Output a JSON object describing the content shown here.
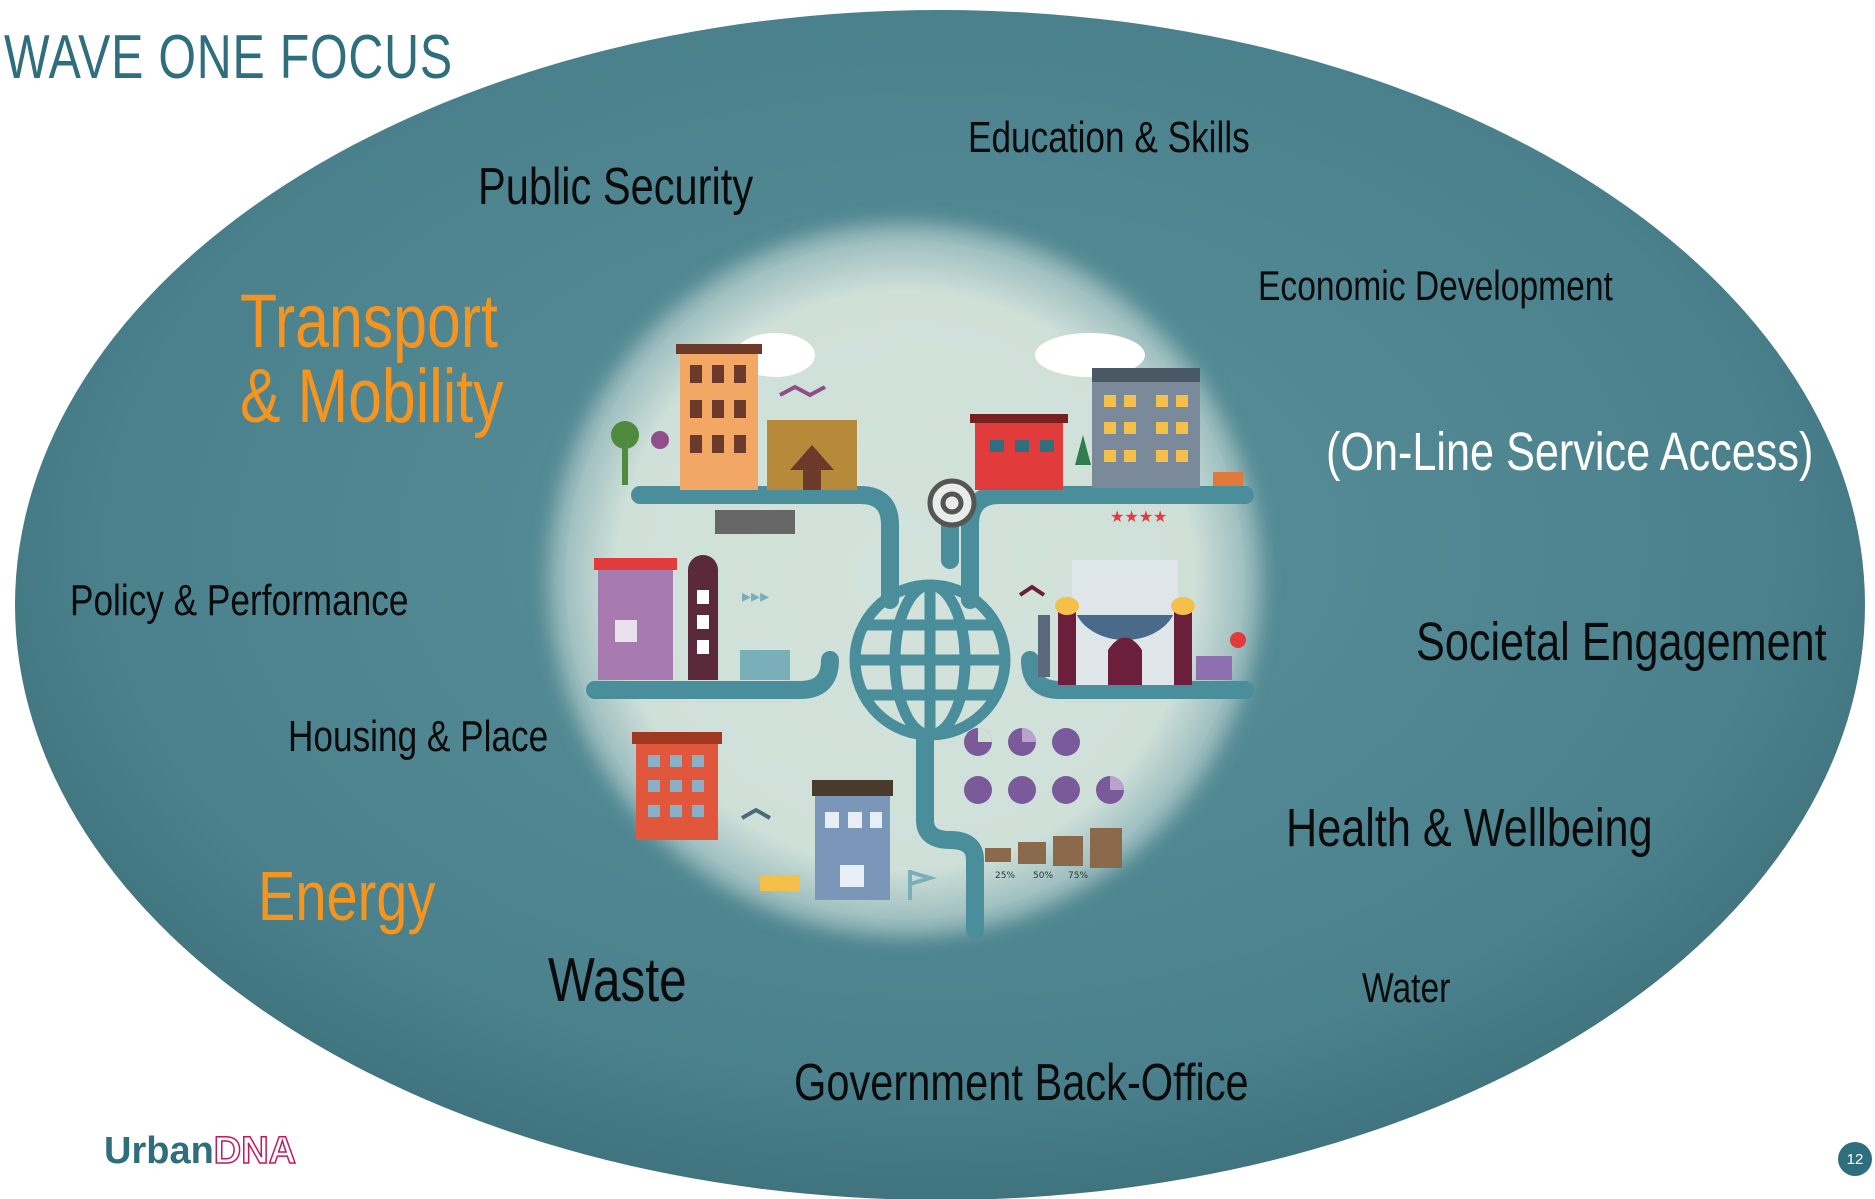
{
  "title": "WAVE ONE FOCUS",
  "colors": {
    "title": "#2f6e7c",
    "ellipse": "#4a818c",
    "ellipse_dark": "#3b6f7a",
    "inner_circle": "#cfe0d9",
    "accent": "#f7941d",
    "text": "#0b0b0b",
    "logo_primary": "#2f6e7c",
    "logo_secondary": "#c2185b",
    "page_badge": "#2f6e7c"
  },
  "center_image": {
    "description_icon": "smart-city-globe-illustration",
    "chart_labels": [
      "25%",
      "50%",
      "75%"
    ]
  },
  "labels": {
    "public_security": "Public Security",
    "education_skills": "Education & Skills",
    "economic_development": "Economic Development",
    "transport_mobility_line1": "Transport",
    "transport_mobility_line2": "& Mobility",
    "online_service_access": "(On-Line Service Access)",
    "policy_performance": "Policy & Performance",
    "societal_engagement": "Societal Engagement",
    "housing_place": "Housing & Place",
    "health_wellbeing": "Health & Wellbeing",
    "energy": "Energy",
    "waste": "Waste",
    "water": "Water",
    "government_back_office": "Government Back-Office"
  },
  "footer": {
    "logo_urban": "Urban",
    "logo_dna": "DNA",
    "page_number": "12"
  }
}
